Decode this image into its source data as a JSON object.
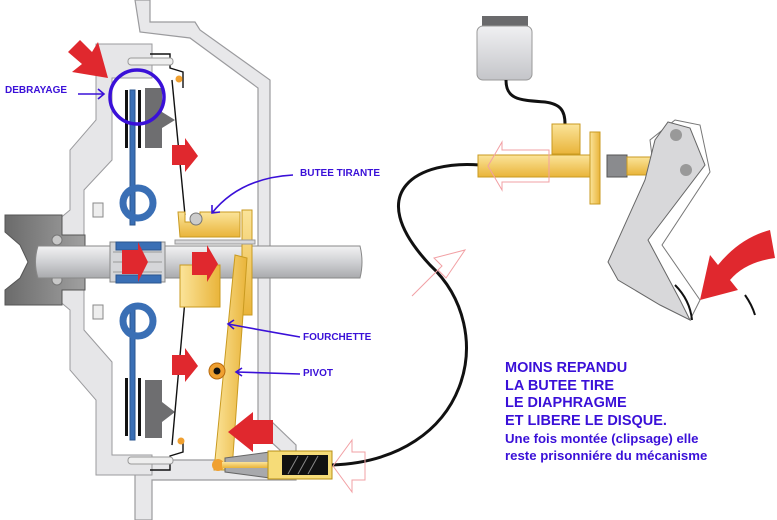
{
  "labels": {
    "debrayage": "DEBRAYAGE",
    "butee_tirante": "BUTEE TIRANTE",
    "fourchette": "FOURCHETTE",
    "pivot": "PIVOT"
  },
  "note": {
    "lines_bold": [
      "MOINS REPANDU",
      "LA BUTEE TIRE",
      "LE DIAPHRAGME",
      "ET LIBERE LE DISQUE."
    ],
    "lines_regular": [
      "Une fois montée (clipsage) elle",
      "reste prisonniére du mécanisme"
    ]
  },
  "colors": {
    "label_text": "#3a10d8",
    "arrow_red": "#e0282e",
    "yellow_part": "#f2c84a",
    "housing_grey": "#e6e6e8",
    "disc_blue": "#3a6fb5"
  }
}
